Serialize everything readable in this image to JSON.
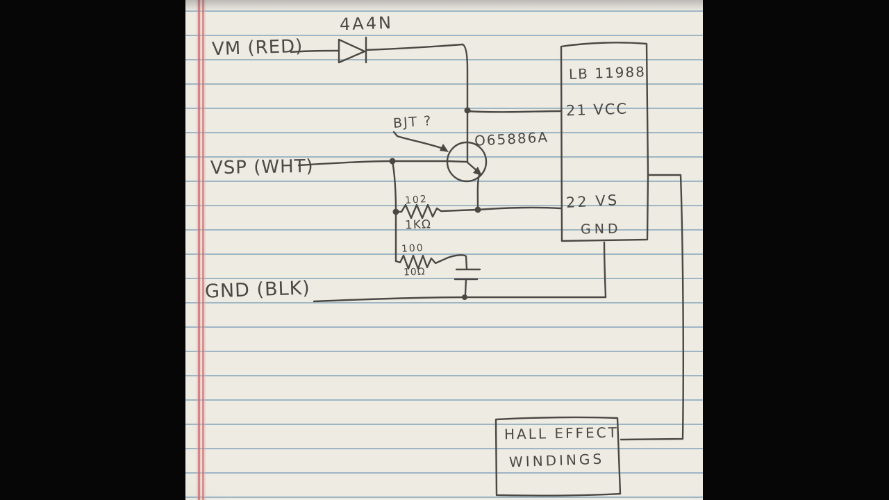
{
  "colors": {
    "paper": "#eeebe3",
    "rule_line": "#7da3c0",
    "margin_line": "#cb6a6a",
    "ink": "#4b4743"
  },
  "schematic": {
    "net_labels": {
      "vm": "VM (RED)",
      "vsp": "VSP (WHT)",
      "gnd": "GND (BLK)"
    },
    "diode": {
      "part": "4A4N"
    },
    "transistor": {
      "annotation": "BJT ?",
      "part": "O65886A"
    },
    "ic": {
      "name": "LB 11988",
      "pin_vcc": "21 VCC",
      "pin_vs": "22 VS",
      "pin_gnd": "GND"
    },
    "resistor1": {
      "code": "102",
      "value": "1KΩ"
    },
    "resistor2": {
      "code": "100",
      "value": "10Ω"
    },
    "hall_box": {
      "line1": "HALL EFFECT",
      "line2": "WINDINGS"
    }
  }
}
